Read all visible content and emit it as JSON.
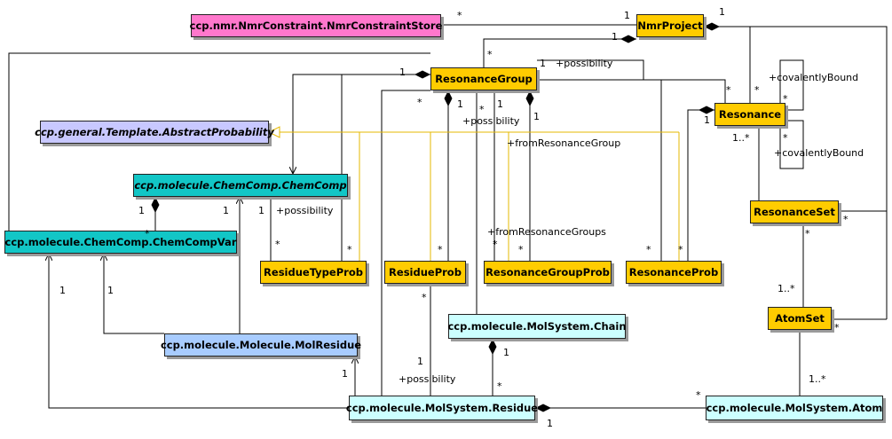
{
  "colors": {
    "nmr": "#ffcc00",
    "pink": "#ff77cc",
    "general": "#c8c8ff",
    "chem": "#12c6c6",
    "molecule": "#a8ccff",
    "molsystem": "#ccffff",
    "probline": "#e6b800",
    "line": "#000000"
  },
  "classes": {
    "nmr_constraint_store": "ccp.nmr.NmrConstraint.NmrConstraintStore",
    "nmr_project": "NmrProject",
    "resonance_group": "ResonanceGroup",
    "resonance": "Resonance",
    "abstract_probability": "ccp.general.Template.AbstractProbability",
    "chem_comp": "ccp.molecule.ChemComp.ChemComp",
    "chem_comp_var": "ccp.molecule.ChemComp.ChemCompVar",
    "residue_type_prob": "ResidueTypeProb",
    "residue_prob": "ResidueProb",
    "resonance_group_prob": "ResonanceGroupProb",
    "resonance_prob": "ResonanceProb",
    "resonance_set": "ResonanceSet",
    "atom_set": "AtomSet",
    "mol_residue": "ccp.molecule.Molecule.MolResidue",
    "chain": "ccp.molecule.MolSystem.Chain",
    "residue": "ccp.molecule.MolSystem.Residue",
    "atom": "ccp.molecule.MolSystem.Atom"
  },
  "labels": {
    "one": "1",
    "many": "*",
    "one_to_many": "1..*",
    "possibility": "+possibility",
    "covalently_bound": "+covalentlyBound",
    "from_resonance_group": "+fromResonanceGroup",
    "from_resonance_groups": "+fromResonanceGroups"
  }
}
